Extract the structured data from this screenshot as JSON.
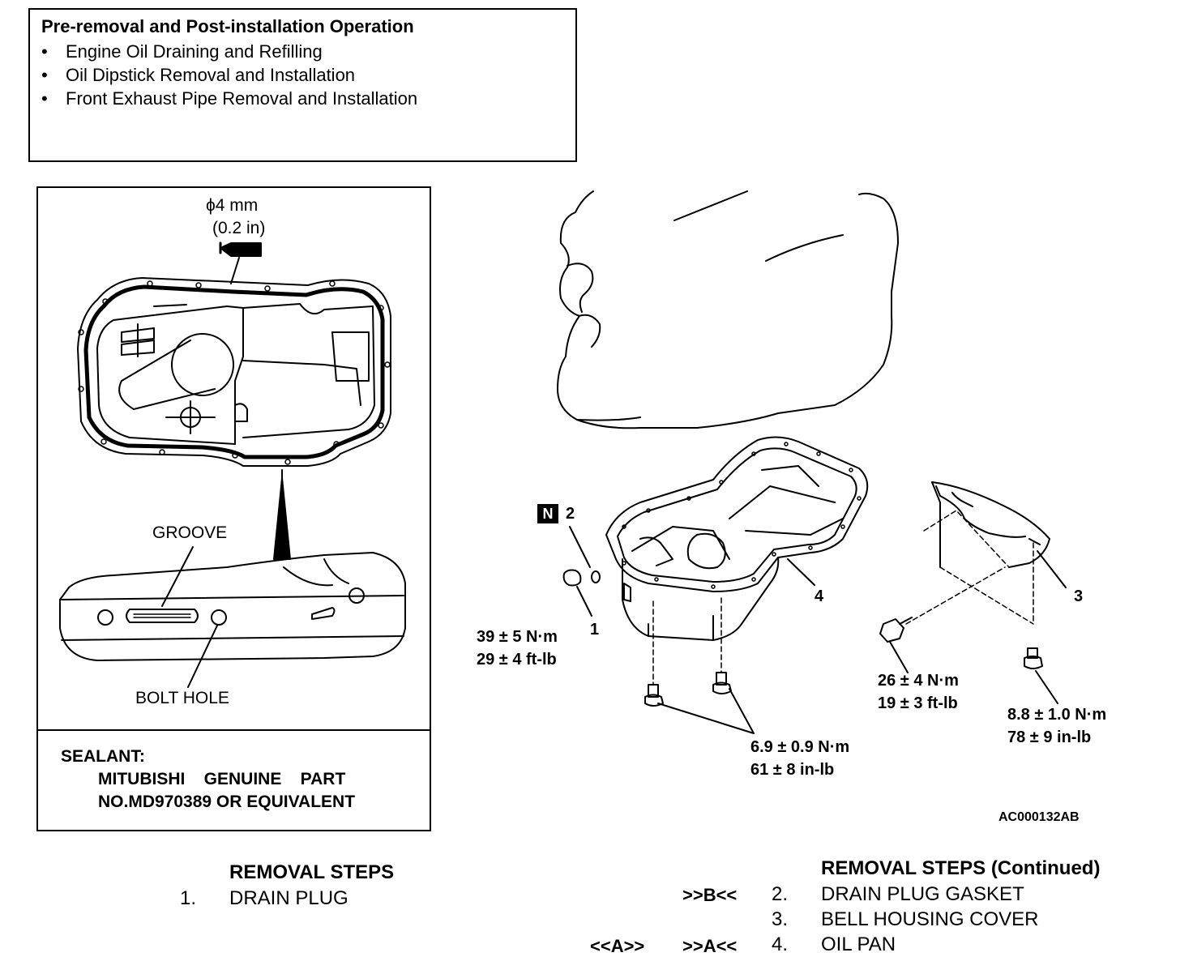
{
  "pre_operation": {
    "title": "Pre-removal and Post-installation Operation",
    "items": [
      "Engine Oil Draining and Refilling",
      "Oil Dipstick Removal and Installation",
      "Front Exhaust Pipe Removal and Installation"
    ]
  },
  "inset": {
    "bead_size_mm": "ϕ4 mm",
    "bead_size_in": "(0.2 in)",
    "groove_label": "GROOVE",
    "bolt_hole_label": "BOLT HOLE",
    "sealant_label": "SEALANT:",
    "sealant_line1": "MITUBISHI    GENUINE    PART",
    "sealant_line2": "NO.MD970389 OR EQUIVALENT"
  },
  "callouts": {
    "n_badge": "N",
    "p1": "1",
    "p2": "2",
    "p3": "3",
    "p4": "4"
  },
  "torques": {
    "drain_plug": [
      "39 ± 5 N·m",
      "29 ± 4 ft-lb"
    ],
    "oil_pan_bolts": [
      "6.9 ± 0.9 N·m",
      "61 ± 8 in-lb"
    ],
    "housing_bolt_large": [
      "26 ± 4 N·m",
      "19 ± 3 ft-lb"
    ],
    "housing_bolt_small": [
      "8.8 ± 1.0 N·m",
      "78 ± 9 in-lb"
    ]
  },
  "figure_code": "AC000132AB",
  "removal_steps": {
    "heading": "REMOVAL STEPS",
    "steps": [
      {
        "num": "1.",
        "label": "DRAIN PLUG",
        "code_left": "",
        "code_right": ""
      }
    ]
  },
  "removal_steps_continued": {
    "heading": "REMOVAL STEPS (Continued)",
    "steps": [
      {
        "num": "2.",
        "label": "DRAIN PLUG GASKET",
        "code_left": "",
        "code_right": ">>B<<"
      },
      {
        "num": "3.",
        "label": "BELL HOUSING COVER",
        "code_left": "",
        "code_right": ""
      },
      {
        "num": "4.",
        "label": "OIL PAN",
        "code_left": "<<A>>",
        "code_right": ">>A<<"
      }
    ]
  }
}
